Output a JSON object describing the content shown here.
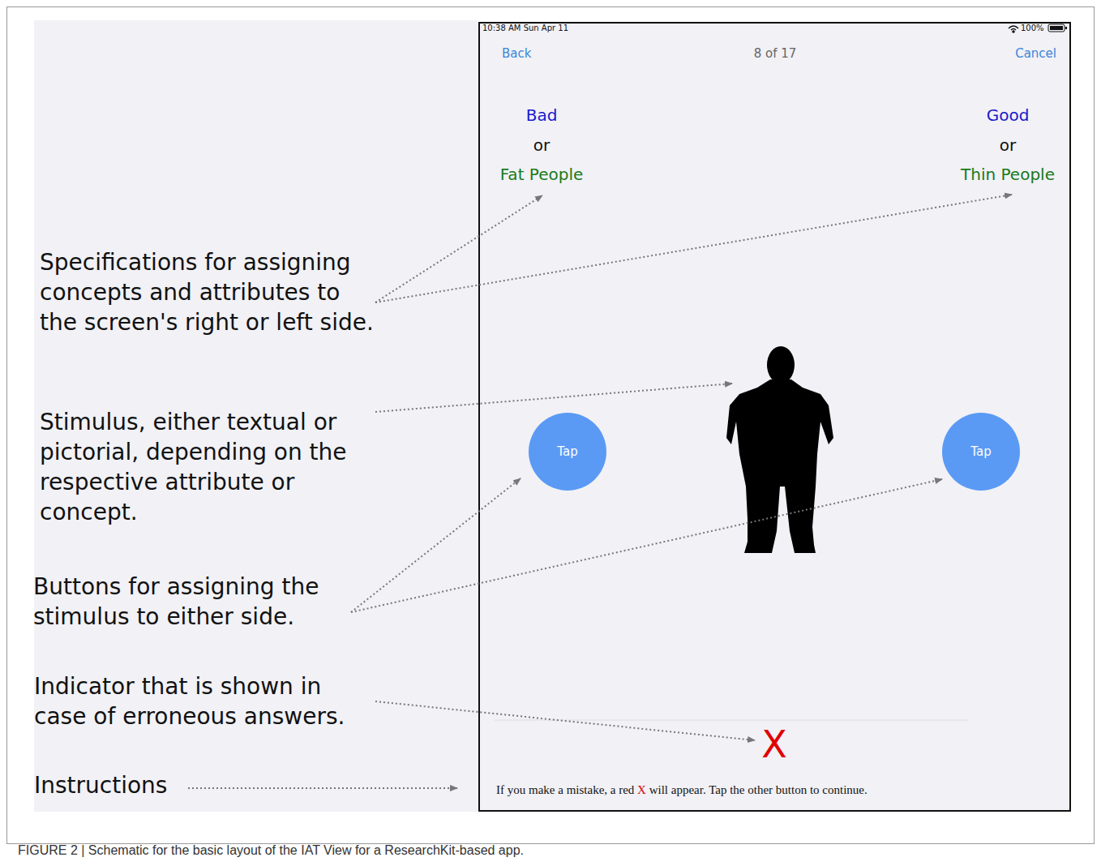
{
  "diagram": {
    "caption": "FIGURE 2 | Schematic for the basic layout of the IAT View for a ResearchKit-based app.",
    "nodes": [
      {
        "text": [
          "10:38 AM  Sun Apr 11",
          "100%",
          "Back",
          "8 of 17",
          "Cancel",
          "Bad",
          "or",
          "Fat People",
          "Good",
          "or",
          "Thin People",
          "X",
          "If you make a mistake, a red",
          "X",
          "will appear. Tap the other button to continue."
        ]
      },
      {
        "text": [
          "Tap"
        ],
        "in": 0
      },
      {
        "text": [
          "Tap"
        ],
        "in": 0
      }
    ],
    "labels": [
      "Specifications for assigning concepts and attributes to the screen's right or left side.",
      "Stimulus, either textual or pictorial, depending on the respective attribute or concept.",
      "Buttons for assigning the stimulus to either side.",
      "Indicator that is shown in case of erroneous answers.",
      "Instructions"
    ]
  }
}
